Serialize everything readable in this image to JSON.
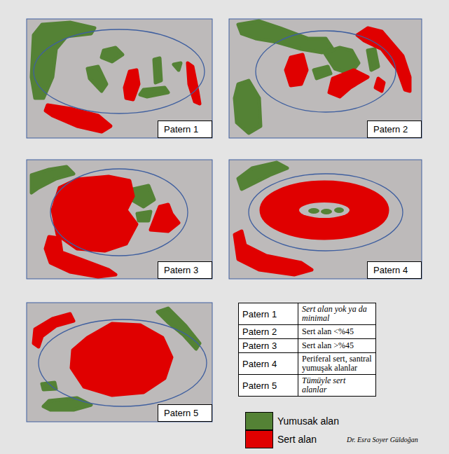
{
  "diagram": {
    "nodes": [
      {
        "text": [
          "Patern 1"
        ]
      },
      {
        "text": [
          "Patern 2"
        ]
      },
      {
        "text": [
          "Patern 3"
        ]
      },
      {
        "text": [
          "Patern 4"
        ]
      },
      {
        "text": [
          "Patern 5"
        ]
      }
    ],
    "labels": [
      "Patern 1",
      "Sert alan yok ya da minimal",
      "Patern 2",
      "Sert alan <%45",
      "Patern 3",
      "Sert alan >%45",
      "Patern 4",
      "Periferal sert, santral yumuşak alanlar",
      "Patern 5",
      "Tümüyle sert alanlar",
      "Dr. Esra Soyer Güldoğan"
    ],
    "legend": [
      {
        "text": "Yumusak alan",
        "color": "#548235"
      },
      {
        "text": "Sert alan",
        "color": "#e00000"
      }
    ]
  }
}
